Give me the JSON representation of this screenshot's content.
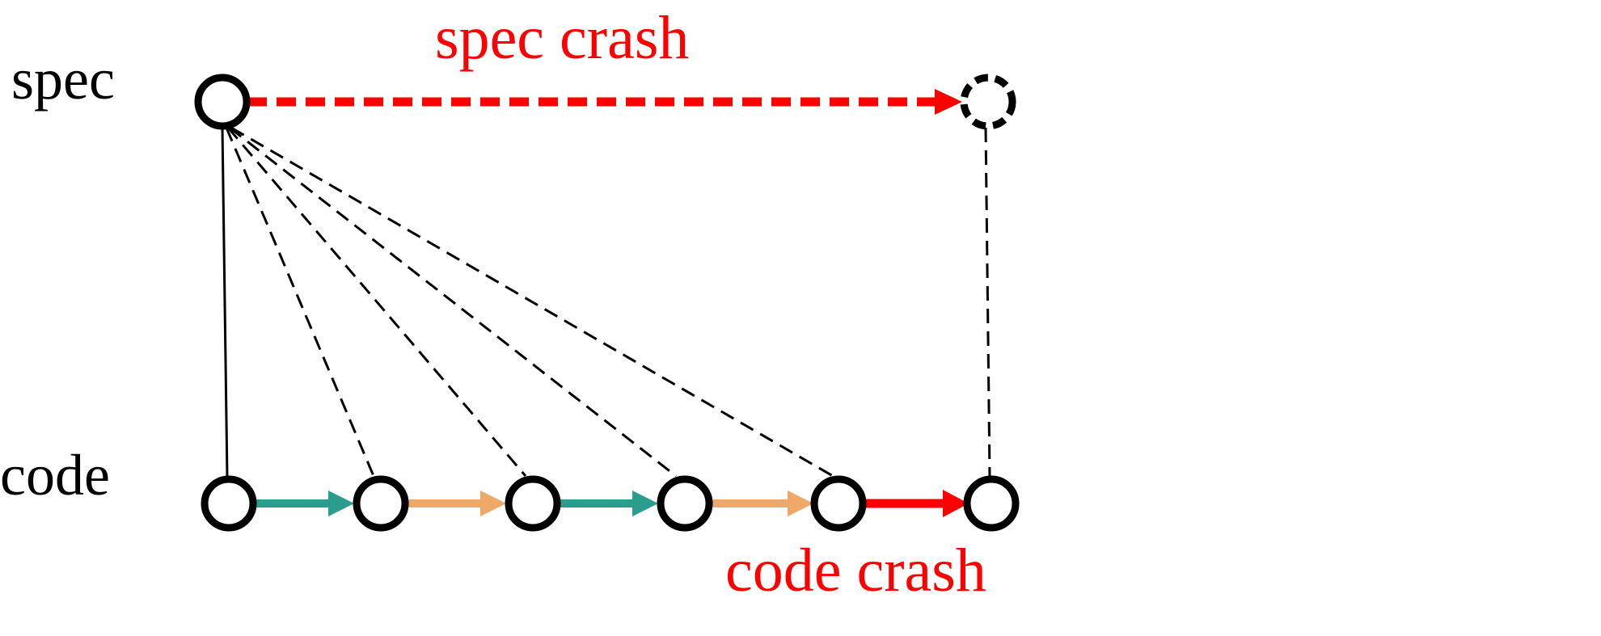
{
  "labels": {
    "spec_row": "spec",
    "code_row": "code",
    "spec_crash": "spec crash",
    "code_crash": "code crash"
  },
  "colors": {
    "teal": "#2a9d8f",
    "orange": "#f0a868",
    "red": "#ff0000",
    "black": "#000000"
  },
  "code_transitions": [
    "teal",
    "orange",
    "teal",
    "orange",
    "red"
  ],
  "spec_links": {
    "solid_to_code_node": 0,
    "dashed_to_code_nodes": [
      1,
      2,
      3,
      4
    ]
  }
}
